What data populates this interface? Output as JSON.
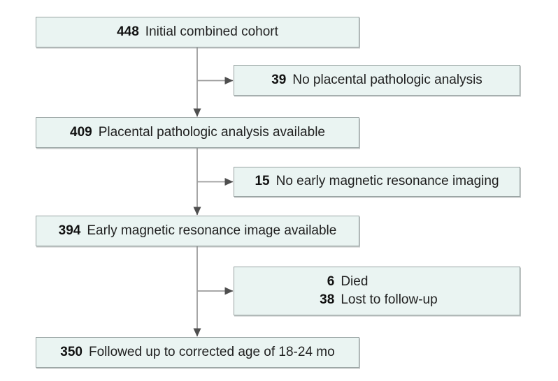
{
  "colors": {
    "box_fill": "#eaf4f2",
    "box_border": "#98a3a2",
    "connector": "#9c9c9c",
    "arrowhead": "#4f4f4f",
    "text": "#1f1f1f"
  },
  "flow": {
    "boxes": [
      {
        "id": "initial-cohort",
        "rows": [
          {
            "number": "448",
            "label": "Initial combined cohort"
          }
        ]
      },
      {
        "id": "no-placental-pathology",
        "rows": [
          {
            "number": "39",
            "label": "No placental pathologic analysis"
          }
        ]
      },
      {
        "id": "placental-pathology-available",
        "rows": [
          {
            "number": "409",
            "label": "Placental pathologic analysis available"
          }
        ]
      },
      {
        "id": "no-early-mri",
        "rows": [
          {
            "number": "15",
            "label": "No early magnetic resonance imaging"
          }
        ]
      },
      {
        "id": "early-mri-available",
        "rows": [
          {
            "number": "394",
            "label": "Early magnetic resonance image available"
          }
        ]
      },
      {
        "id": "died-lost-to-follow-up",
        "rows": [
          {
            "number": "6",
            "label": "Died"
          },
          {
            "number": "38",
            "label": "Lost to follow-up"
          }
        ]
      },
      {
        "id": "followed-up",
        "rows": [
          {
            "number": "350",
            "label": "Followed up to corrected age of 18-24 mo"
          }
        ]
      }
    ]
  }
}
